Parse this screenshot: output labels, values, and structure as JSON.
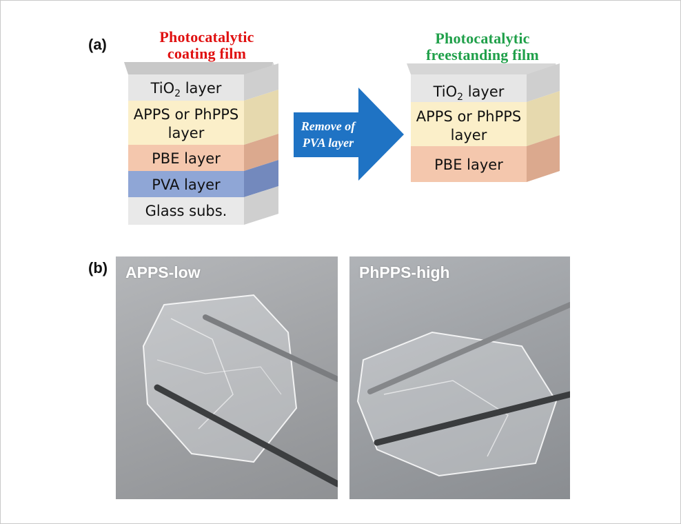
{
  "panel_a": {
    "label": "(a)",
    "left_stack": {
      "title_line1": "Photocatalytic",
      "title_line2": "coating film",
      "title_color": "#e01010",
      "layers": [
        {
          "text": "TiO",
          "sub": "2",
          "suffix": " layer",
          "color": "#e6e6e6"
        },
        {
          "line1": "APPS or PhPPS",
          "line2": "layer",
          "color": "#fbefc9"
        },
        {
          "text": "PBE layer",
          "color": "#f4c7ad"
        },
        {
          "text": "PVA layer",
          "color": "#8fa6d6"
        },
        {
          "text": "Glass subs.",
          "color": "#e9e9e9"
        }
      ]
    },
    "arrow": {
      "line1": "Remove of",
      "line2": "PVA layer",
      "color": "#1f73c4"
    },
    "right_stack": {
      "title_line1": "Photocatalytic",
      "title_line2": "freestanding film",
      "title_color": "#20a04a",
      "layers": [
        {
          "text": "TiO",
          "sub": "2",
          "suffix": " layer",
          "color": "#e6e6e6"
        },
        {
          "line1": "APPS or PhPPS",
          "line2": "layer",
          "color": "#fbefc9"
        },
        {
          "text": "PBE layer",
          "color": "#f4c7ad"
        }
      ]
    }
  },
  "panel_b": {
    "label": "(b)",
    "photos": [
      {
        "label": "APPS-low"
      },
      {
        "label": "PhPPS-high"
      }
    ]
  }
}
